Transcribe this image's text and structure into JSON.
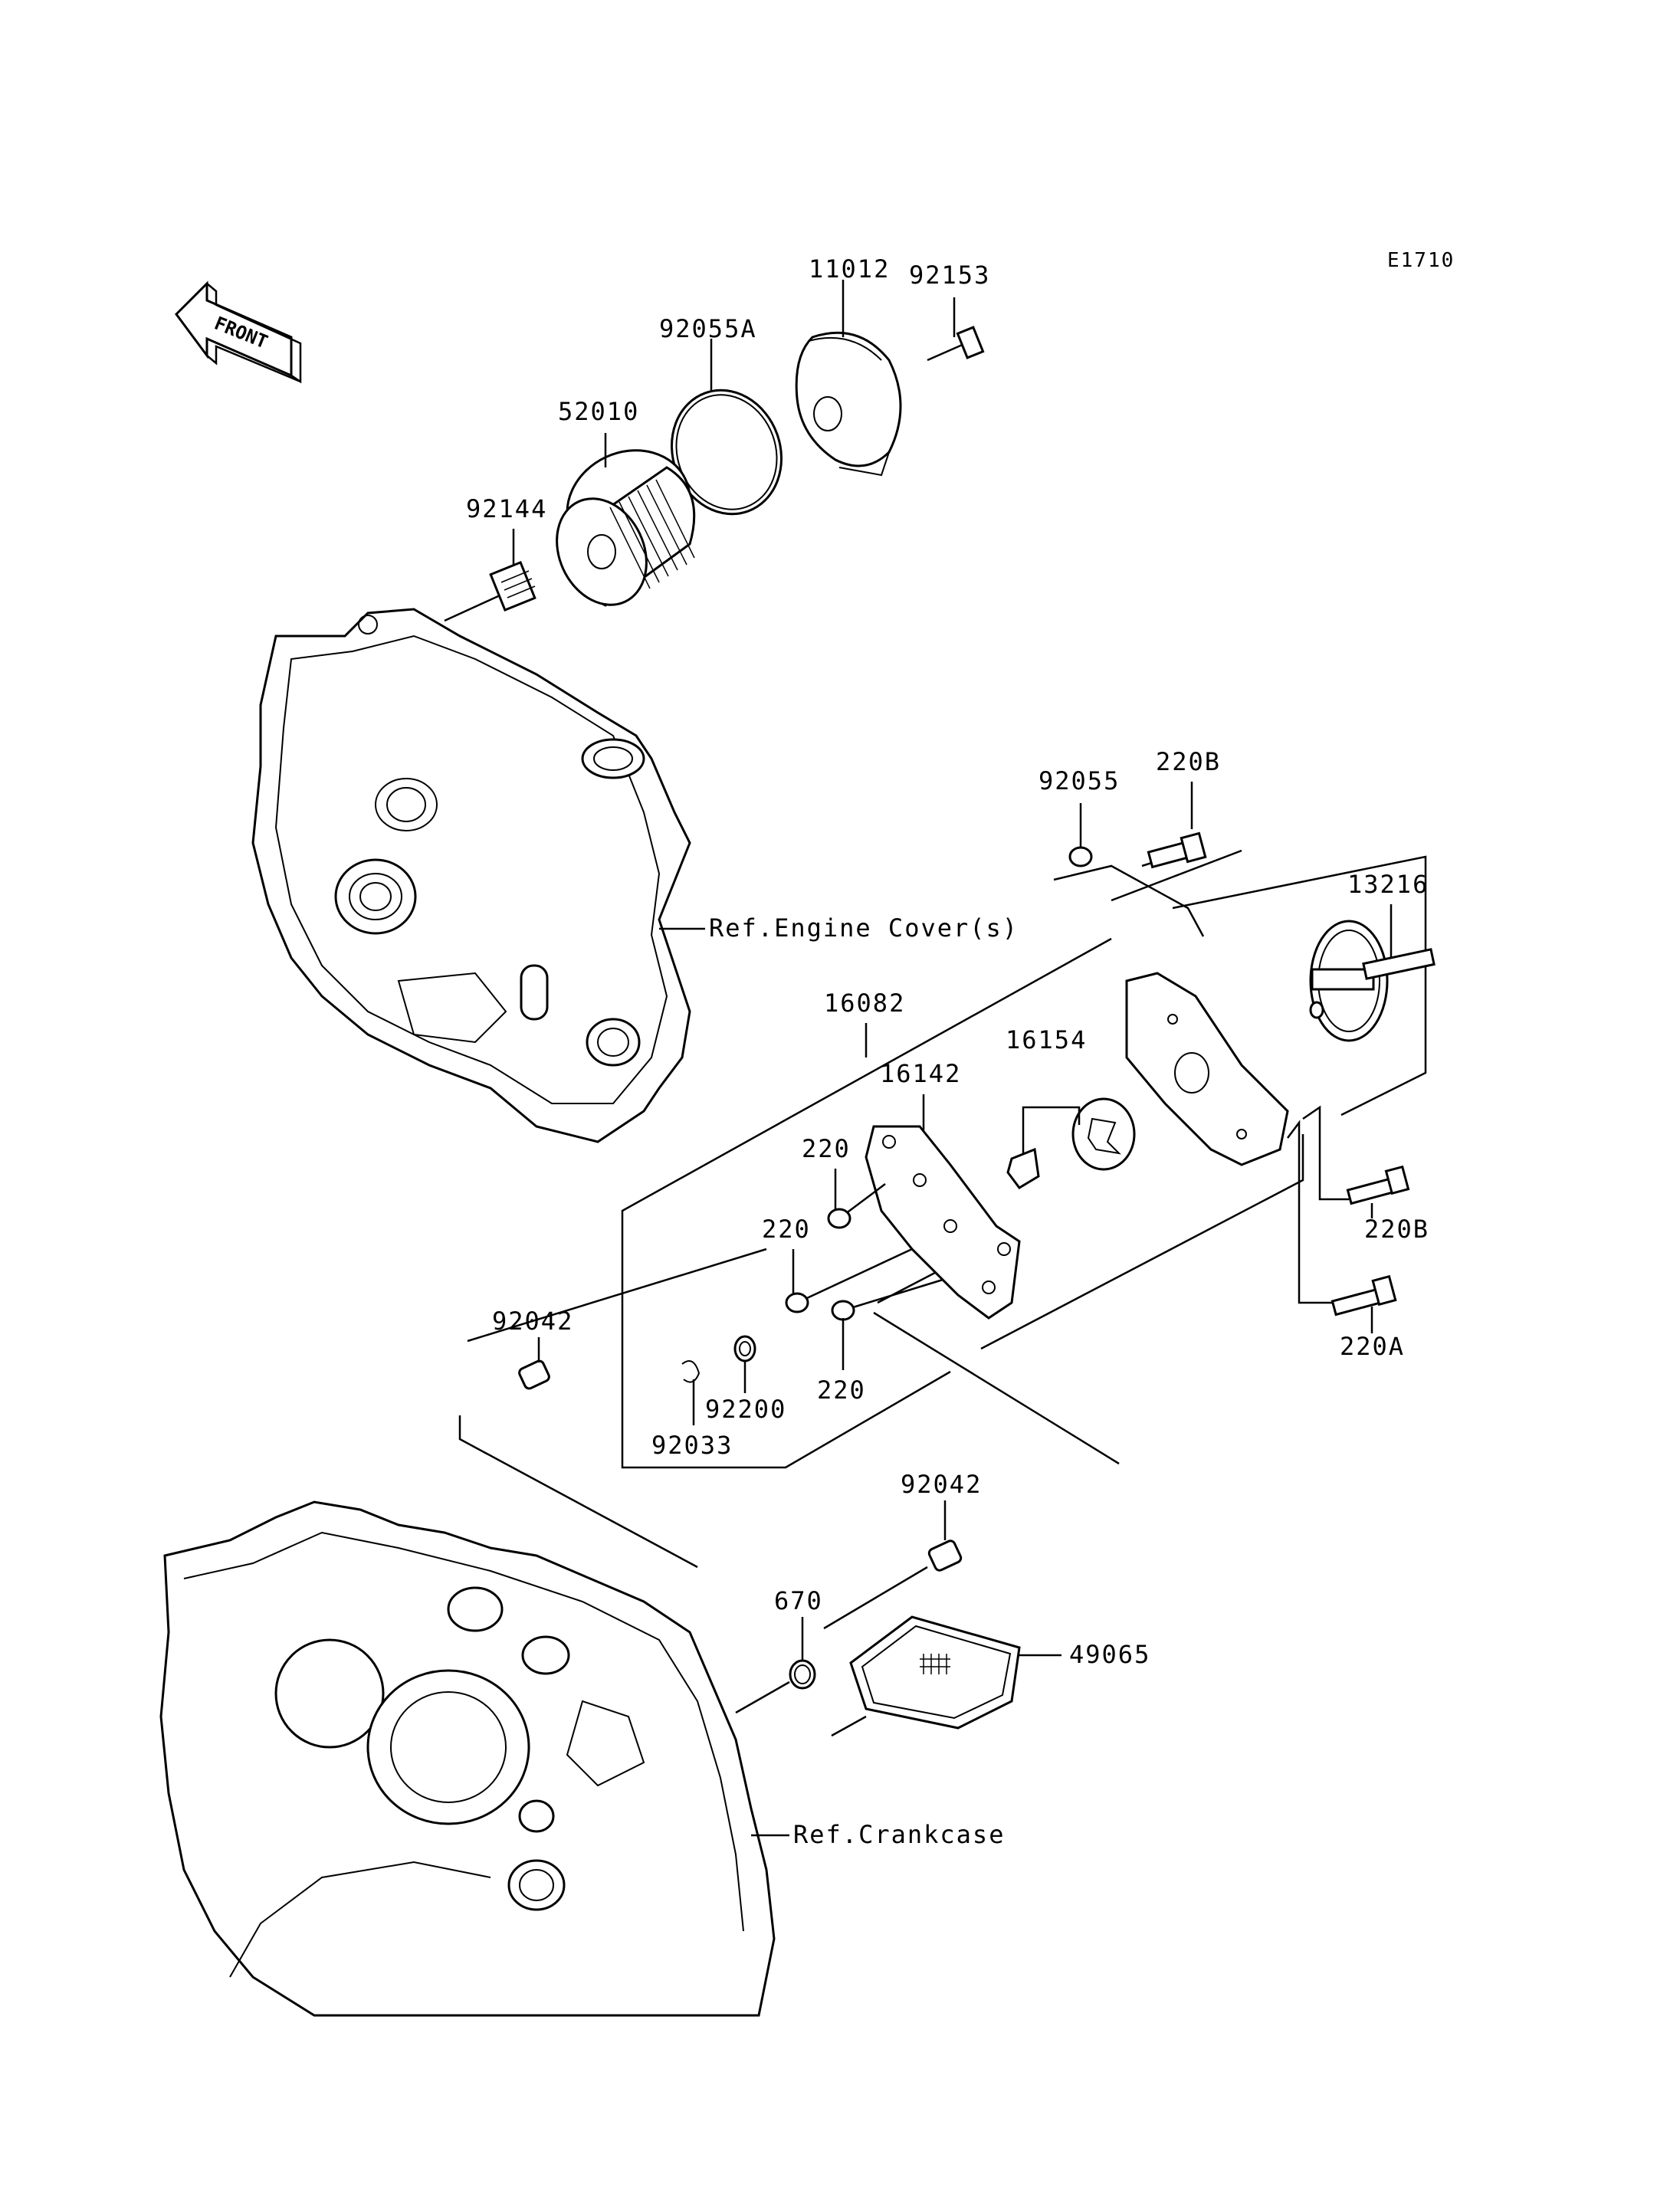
{
  "diagram_code": "E1710",
  "front_label": "FRONT",
  "parts": {
    "p11012": "11012",
    "p92153": "92153",
    "p92055A": "92055A",
    "p52010": "52010",
    "p92144": "92144",
    "p92055": "92055",
    "p220B_top": "220B",
    "p13216": "13216",
    "p16082": "16082",
    "p16154": "16154",
    "p16142": "16142",
    "p220_a": "220",
    "p220_b": "220",
    "p220_c": "220",
    "p220B_right": "220B",
    "p220A": "220A",
    "p92042_left": "92042",
    "p92200": "92200",
    "p92033": "92033",
    "p92042_right": "92042",
    "p670": "670",
    "p49065": "49065"
  },
  "references": {
    "engine_cover": "Ref.Engine Cover(s)",
    "crankcase": "Ref.Crankcase"
  }
}
